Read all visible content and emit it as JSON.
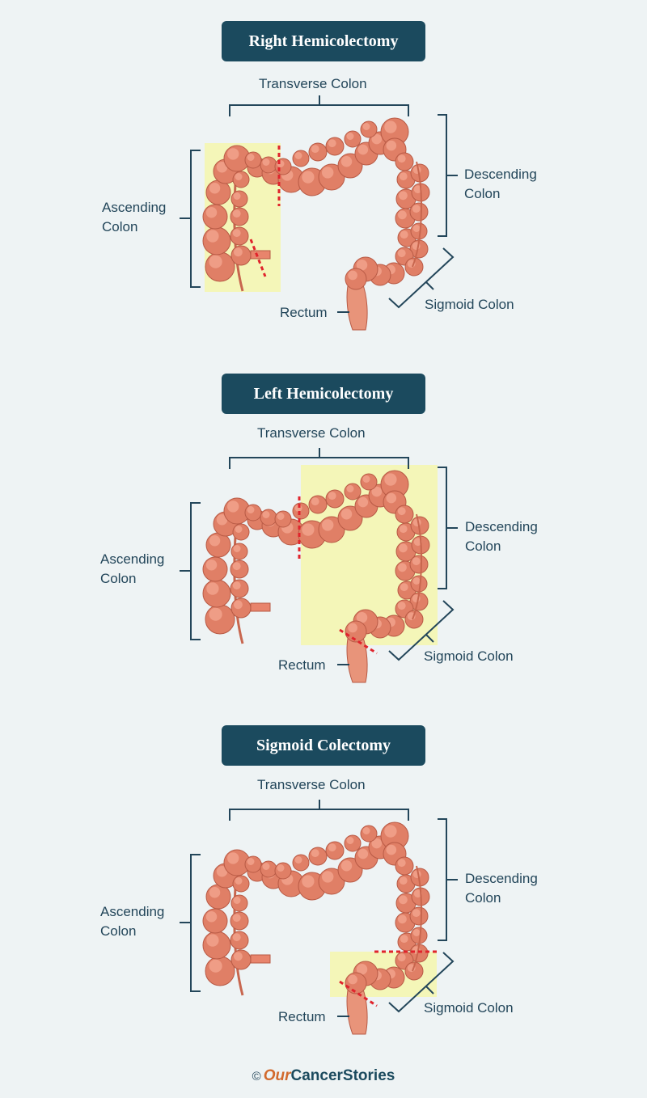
{
  "colors": {
    "title_bg": "#1b4a5e",
    "highlight": "#f4f6b8",
    "cut_line": "#e0242c",
    "colon": "#e8846c",
    "bracket": "#23465a"
  },
  "panels": [
    {
      "title": "Right Hemicolectomy",
      "labels": {
        "transverse": "Transverse Colon",
        "ascending_1": "Ascending",
        "ascending_2": "Colon",
        "descending_1": "Descending",
        "descending_2": "Colon",
        "rectum": "Rectum",
        "sigmoid": "Sigmoid Colon"
      }
    },
    {
      "title": "Left Hemicolectomy",
      "labels": {
        "transverse": "Transverse Colon",
        "ascending_1": "Ascending",
        "ascending_2": "Colon",
        "descending_1": "Descending",
        "descending_2": "Colon",
        "rectum": "Rectum",
        "sigmoid": "Sigmoid Colon"
      }
    },
    {
      "title": "Sigmoid Colectomy",
      "labels": {
        "transverse": "Transverse Colon",
        "ascending_1": "Ascending",
        "ascending_2": "Colon",
        "descending_1": "Descending",
        "descending_2": "Colon",
        "rectum": "Rectum",
        "sigmoid": "Sigmoid Colon"
      }
    }
  ],
  "footer": {
    "copyright": "©",
    "brand_our": "Our",
    "brand_cancer": "Cancer",
    "brand_stories": "Stories"
  },
  "icons": {
    "colon": "colon-illustration-icon"
  }
}
